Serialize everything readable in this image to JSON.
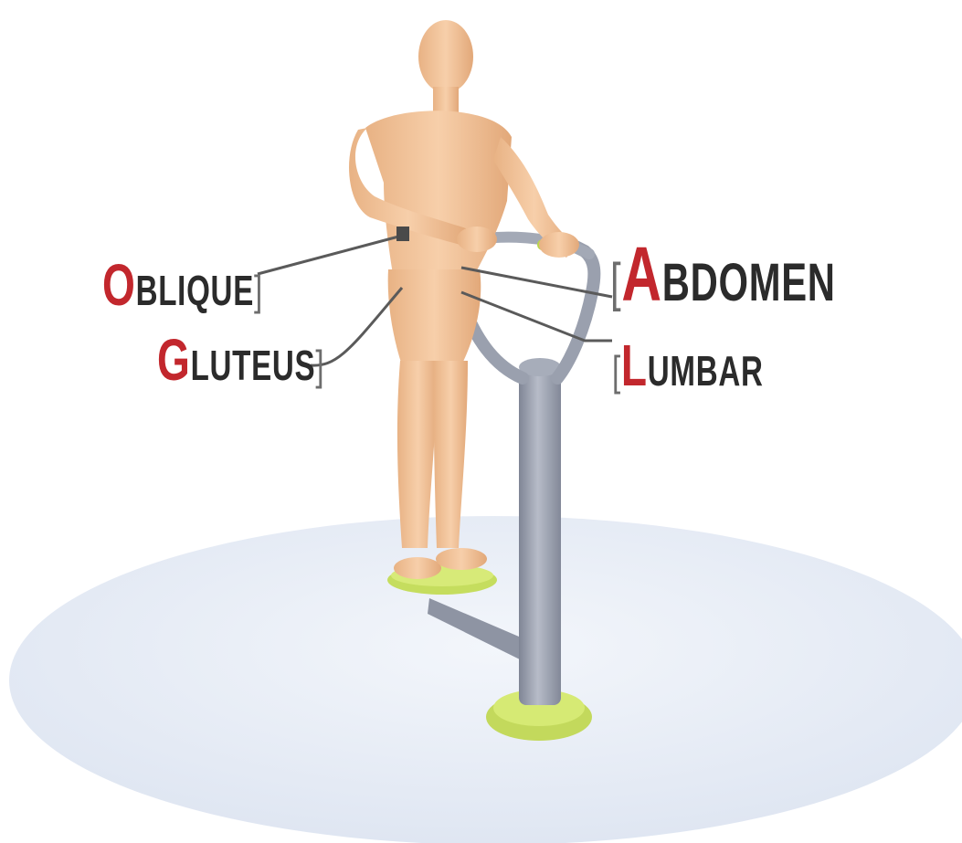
{
  "colors": {
    "accent_initial": "#c2272d",
    "label_text": "#2b2b2b",
    "leader_line": "#5a5a5a",
    "skin": "#f2c49b",
    "equipment": "#9a9fad",
    "pad": "#c9e06a",
    "floor": "#e8edf6"
  },
  "labels": {
    "oblique": {
      "initial": "O",
      "rest": "BLIQUE",
      "bracket": "]"
    },
    "gluteus": {
      "initial": "G",
      "rest": "LUTEUS",
      "bracket": "]"
    },
    "abdomen": {
      "initial": "A",
      "rest": "BDOMEN",
      "bracket": "["
    },
    "lumbar": {
      "initial": "L",
      "rest": "UMBAR",
      "bracket": "["
    }
  },
  "figure": {
    "subject": "mannequin-figure",
    "equipment": "twister-exercise-station"
  }
}
